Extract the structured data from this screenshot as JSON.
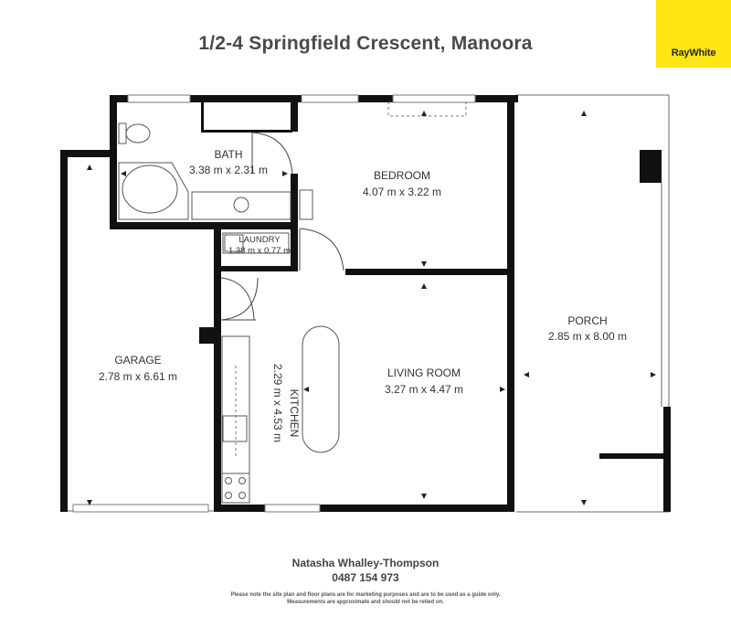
{
  "header": {
    "title": "1/2-4 Springfield Crescent, Manoora"
  },
  "brand": {
    "logo_text": "RayWhite",
    "color": "#ffe512"
  },
  "rooms": {
    "bath": {
      "name": "BATH",
      "dims": "3.38 m x 2.31 m"
    },
    "bedroom": {
      "name": "BEDROOM",
      "dims": "4.07 m x 3.22 m"
    },
    "laundry": {
      "name": "LAUNDRY",
      "dims": "1.38 m x 0.77 m"
    },
    "porch": {
      "name": "PORCH",
      "dims": "2.85 m x 8.00 m"
    },
    "garage": {
      "name": "GARAGE",
      "dims": "2.78 m x 6.61 m"
    },
    "kitchen": {
      "name": "KITCHEN",
      "dims": "2.29 m x 4.53 m"
    },
    "living": {
      "name": "LIVING ROOM",
      "dims": "3.27 m x 4.47 m"
    }
  },
  "footer": {
    "agent_name": "Natasha Whalley-Thompson",
    "agent_phone": "0487 154 973",
    "disclaimer_line1": "Please note the site plan and floor plans are for marketing purposes and are to be used as a guide only.",
    "disclaimer_line2": "Measurements are approximate and should not be relied on."
  }
}
